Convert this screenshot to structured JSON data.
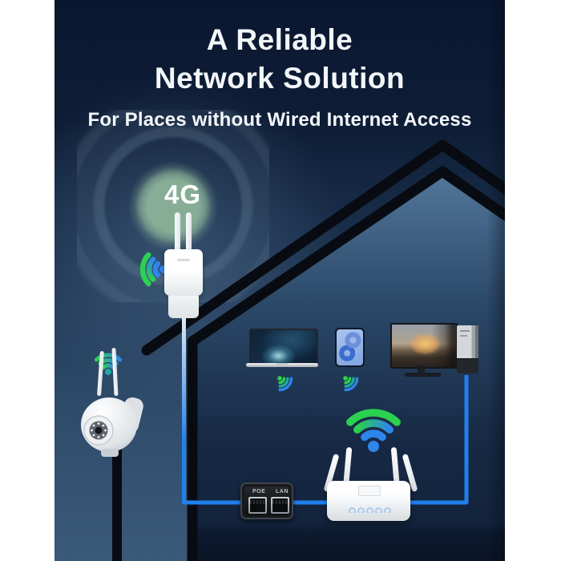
{
  "header": {
    "title_line1": "A Reliable",
    "title_line2": "Network Solution",
    "subtitle": "For Places without Wired Internet Access"
  },
  "antenna_unit": {
    "badge": "4G"
  },
  "poe_injector": {
    "left_port_label": "POE",
    "right_port_label": "LAN"
  },
  "colors": {
    "canvas_white": "#ffffff",
    "background_top": "#0a1730",
    "background_bottom": "#3b5979",
    "house_outline": "#080c12",
    "cable_blue": "#1f80ee",
    "wifi_green": "#2bd14f",
    "wifi_blue": "#2e86ea",
    "wifi_teal_dot": "#21a8a5",
    "signal_circle_green": "#87ad96"
  },
  "icons": {
    "antenna_wifi": "wifi-signal-pointing-right",
    "camera_wifi": "wifi-signal-up-gradient",
    "laptop_wifi": "wifi-signal-tilted",
    "tablet_wifi": "wifi-signal-tilted",
    "router_wifi": "wifi-signal-up-large"
  },
  "scene": {
    "devices": [
      "outdoor-4g-antenna",
      "security-camera",
      "laptop",
      "tablet",
      "monitor",
      "desktop-tower",
      "wifi-router",
      "poe-injector"
    ]
  }
}
